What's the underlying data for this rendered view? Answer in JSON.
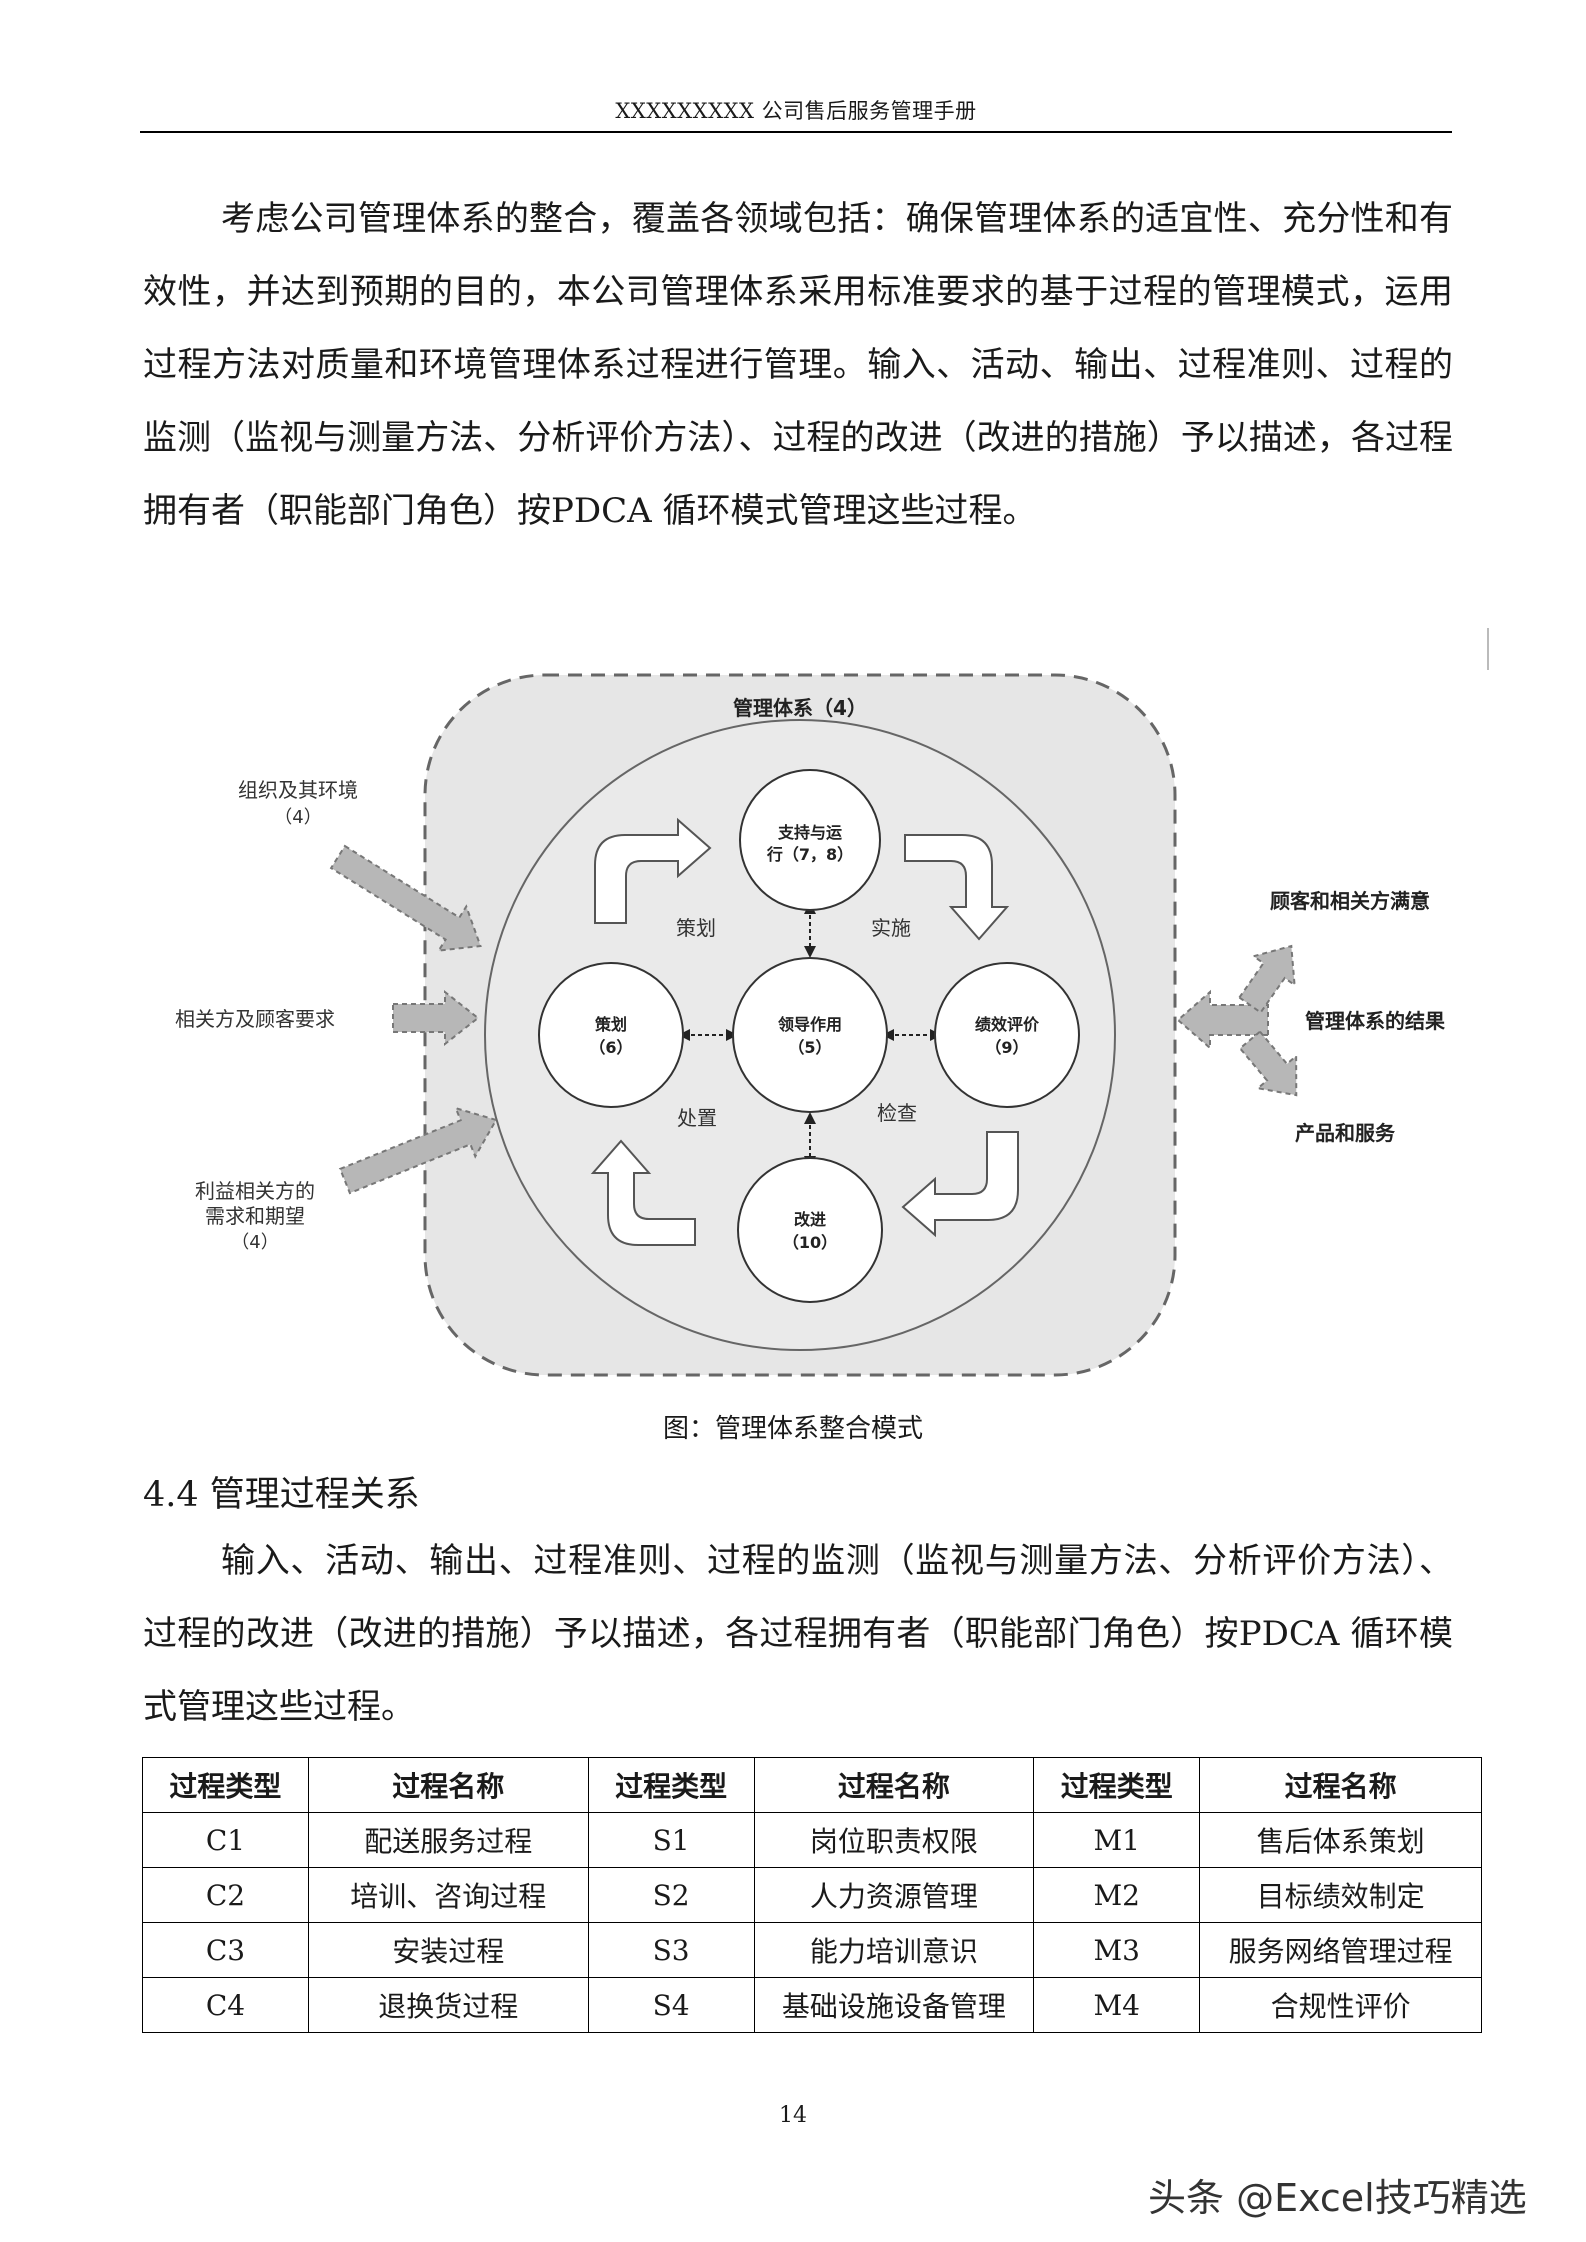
{
  "header": {
    "title": "XXXXXXXXX 公司售后服务管理手册"
  },
  "paragraph1": "考虑公司管理体系的整合，覆盖各领域包括：确保管理体系的适宜性、充分性和有效性，并达到预期的目的，本公司管理体系采用标准要求的基于过程的管理模式，运用过程方法对质量和环境管理体系过程进行管理。输入、活动、输出、过程准则、过程的监测（监视与测量方法、分析评价方法）、过程的改进（改进的措施）予以描述，各过程拥有者（职能部门角色）按PDCA 循环模式管理这些过程。",
  "diagram": {
    "title": "管理体系（4）",
    "inputs": {
      "org_env": [
        "组织及其环境",
        "（4）"
      ],
      "customer_req": "相关方及顾客要求",
      "stakeholder": [
        "利益相关方的",
        "需求和期望",
        "（4）"
      ]
    },
    "circles": {
      "support": [
        "支持与运",
        "行（7，8）"
      ],
      "planning": [
        "策划",
        "（6）"
      ],
      "leadership": [
        "领导作用",
        "（5）"
      ],
      "evaluation": [
        "绩效评价",
        "（9）"
      ],
      "improvement": [
        "改进",
        "（10）"
      ]
    },
    "pdca": {
      "plan": "策划",
      "do": "实施",
      "act": "处置",
      "check": "检查"
    },
    "outputs": {
      "satisfaction": "顾客和相关方满意",
      "results": "管理体系的结果",
      "products": "产品和服务"
    },
    "colors": {
      "outer_fill": "#e6e6e6",
      "arrow_fill": "#b7b7b7",
      "stroke": "#333333"
    }
  },
  "caption": "图：管理体系整合模式",
  "section": {
    "title": "4.4 管理过程关系"
  },
  "paragraph2": "输入、活动、输出、过程准则、过程的监测（监视与测量方法、分析评价方法）、过程的改进（改进的措施）予以描述，各过程拥有者（职能部门角色）按PDCA 循环模式管理这些过程。",
  "table": {
    "headers": [
      "过程类型",
      "过程名称",
      "过程类型",
      "过程名称",
      "过程类型",
      "过程名称"
    ],
    "rows": [
      [
        "C1",
        "配送服务过程",
        "S1",
        "岗位职责权限",
        "M1",
        "售后体系策划"
      ],
      [
        "C2",
        "培训、咨询过程",
        "S2",
        "人力资源管理",
        "M2",
        "目标绩效制定"
      ],
      [
        "C3",
        "安装过程",
        "S3",
        "能力培训意识",
        "M3",
        "服务网络管理过程"
      ],
      [
        "C4",
        "退换货过程",
        "S4",
        "基础设施设备管理",
        "M4",
        "合规性评价"
      ]
    ]
  },
  "page_number": "14",
  "watermark": "头条 @Excel技巧精选"
}
